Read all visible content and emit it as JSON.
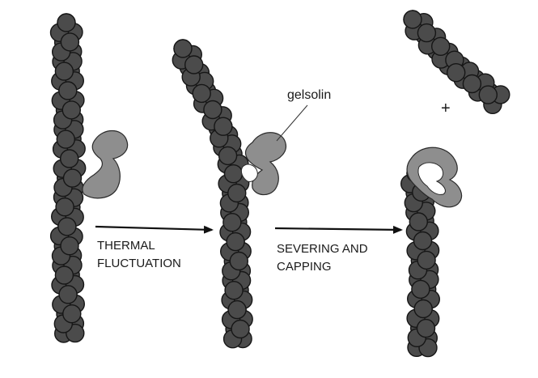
{
  "labels": {
    "gelsolin": "gelsolin",
    "step1_line1": "THERMAL",
    "step1_line2": "FLUCTUATION",
    "step2_line1": "SEVERING AND",
    "step2_line2": "CAPPING",
    "plus": "+"
  },
  "colors": {
    "actin_monomer": "#4b4b4b",
    "gelsolin": "#8e8e8e",
    "outline": "#161616"
  }
}
